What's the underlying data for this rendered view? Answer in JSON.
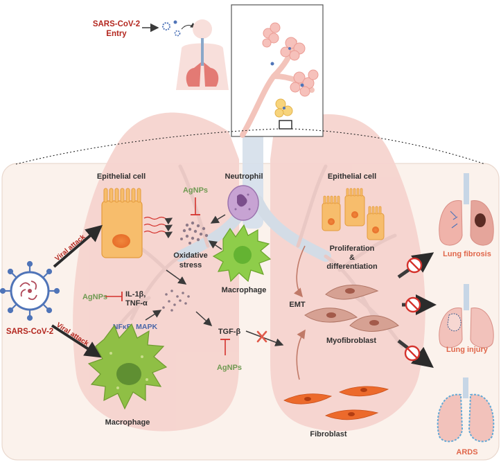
{
  "top": {
    "entry_line1": "SARS-CoV-2",
    "entry_line2": "Entry"
  },
  "left_panel": {
    "epithelial_cell": "Epithelial cell",
    "viral_attack_top": "Viral attack",
    "viral_attack_bottom": "Viral attack",
    "virus_label": "SARS-CoV-2",
    "agnps_ros": "AgNPs",
    "oxidative_stress_line1": "Oxidative",
    "oxidative_stress_line2": "stress",
    "agnps_cytokines": "AgNPs",
    "cytokine_il": "IL-1β,",
    "cytokine_tnf": "TNF-α",
    "pathway": "NFκB, MAPK",
    "macrophage_bottom": "Macrophage"
  },
  "center": {
    "neutrophil": "Neutrophil",
    "macrophage": "Macrophage",
    "tgf": "TGF-β",
    "agnps_tgf": "AgNPs"
  },
  "right_panel": {
    "epithelial_cell": "Epithelial cell",
    "proliferation_line1": "Proliferation",
    "proliferation_line2": "&",
    "proliferation_line3": "differentiation",
    "emt": "EMT",
    "myofibroblast": "Myofibroblast",
    "fibroblast": "Fibroblast"
  },
  "outcomes": {
    "lung_fibrosis": "Lung fibrosis",
    "lung_injury": "Lung injury",
    "ards": "ARDS"
  },
  "colors": {
    "lung_fill": "#f6d3cf",
    "panel_bg": "#fbf2ec",
    "inhibitor_red": "#d4322c",
    "arrow_dark": "#3a3a3a",
    "epithelial_orange": "#f6b15c",
    "macrophage_green": "#8fbf45",
    "neutrophil_purple": "#b58cc4",
    "fibroblast_orange": "#ec6a2c",
    "myofibroblast_brown": "#c98a7c",
    "virus_blue": "#4f74b8",
    "ards_outline": "#63a9d6"
  }
}
